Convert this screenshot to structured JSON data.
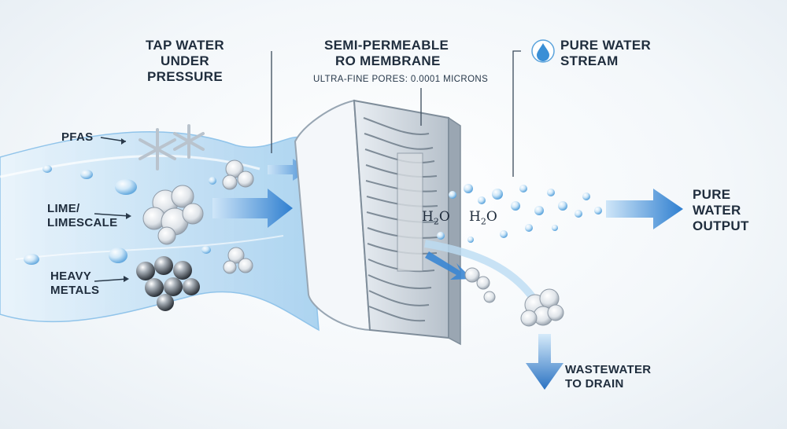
{
  "labels": {
    "tap_water": [
      "TAP WATER",
      "UNDER PRESSURE"
    ],
    "membrane": [
      "SEMI-PERMEABLE",
      "RO MEMBRANE"
    ],
    "pores": "ULTRA-FINE PORES: 0.0001 MICRONS",
    "pure_stream": [
      "PURE WATER",
      "STREAM"
    ],
    "pfas": "PFAS",
    "lime": [
      "LIME/",
      "LIMESCALE"
    ],
    "heavy_metals": [
      "HEAVY",
      "METALS"
    ],
    "pure_output": [
      "PURE",
      "WATER",
      "OUTPUT"
    ],
    "wastewater": [
      "WASTEWATER",
      "TO DRAIN"
    ],
    "h2o_a": "H",
    "h2o_a_sub": "2",
    "h2o_a_end": "O",
    "h2o_b": "H",
    "h2o_b_sub": "2",
    "h2o_b_end": "O"
  },
  "icons": {
    "water_drop": "water-drop-icon",
    "flow_arrow": "arrow-right-icon",
    "drain_arrow": "arrow-down-icon"
  },
  "colors": {
    "water_light": "#d7ecfa",
    "water_mid": "#9fcdef",
    "arrow_blue": "#2f7fd0",
    "text": "#1f2d3d"
  }
}
